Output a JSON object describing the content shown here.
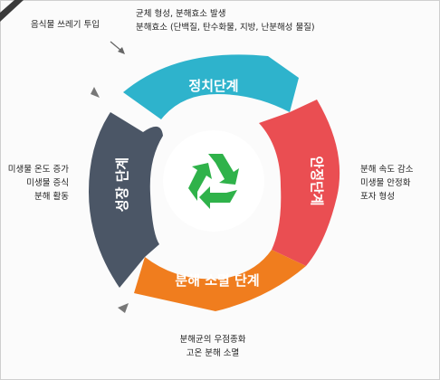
{
  "stages": {
    "top": {
      "label": "정치단계",
      "color": "#2eb3cc"
    },
    "right": {
      "label": "안정단계",
      "color": "#ea4e52"
    },
    "bottom": {
      "label": "분해 소멸 단계",
      "color": "#f07d1e"
    },
    "left": {
      "label": "성장 단계",
      "color": "#4b5666"
    }
  },
  "annotations": {
    "input": "음식물 쓰레기 투입",
    "top": [
      "균체 형성, 분해효소 발생",
      "분해효소 (단백질, 탄수화물, 지방, 난분해성 물질)"
    ],
    "left": [
      "미생물 온도 증가",
      "미생물 증식",
      "분해 활동"
    ],
    "right": [
      "분해 속도 감소",
      "미생물 안정화",
      "포자 형성"
    ],
    "bottom": [
      "분해균의 우점종화",
      "고온 분해 소멸"
    ]
  },
  "center_icon": {
    "name": "recycle-icon",
    "color": "#2fb24a"
  }
}
